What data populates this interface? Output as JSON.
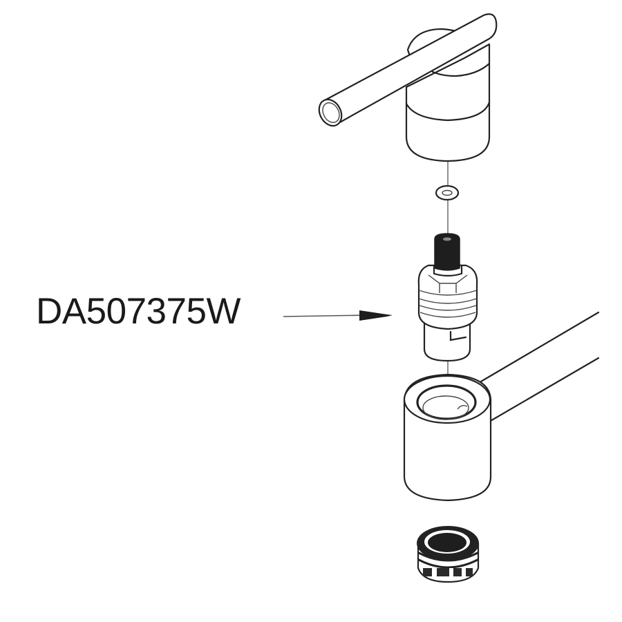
{
  "diagram": {
    "type": "exploded-parts-view",
    "callouts": [
      {
        "part_number": "DA507375W",
        "points_to": "valve-cartridge"
      }
    ],
    "parts": [
      {
        "name": "lever-handle"
      },
      {
        "name": "washer"
      },
      {
        "name": "valve-cartridge"
      },
      {
        "name": "spout-body-with-arm"
      },
      {
        "name": "aerator"
      }
    ],
    "colors": {
      "line": "#222222",
      "background": "#ffffff",
      "label": "#1a1a1a"
    }
  }
}
